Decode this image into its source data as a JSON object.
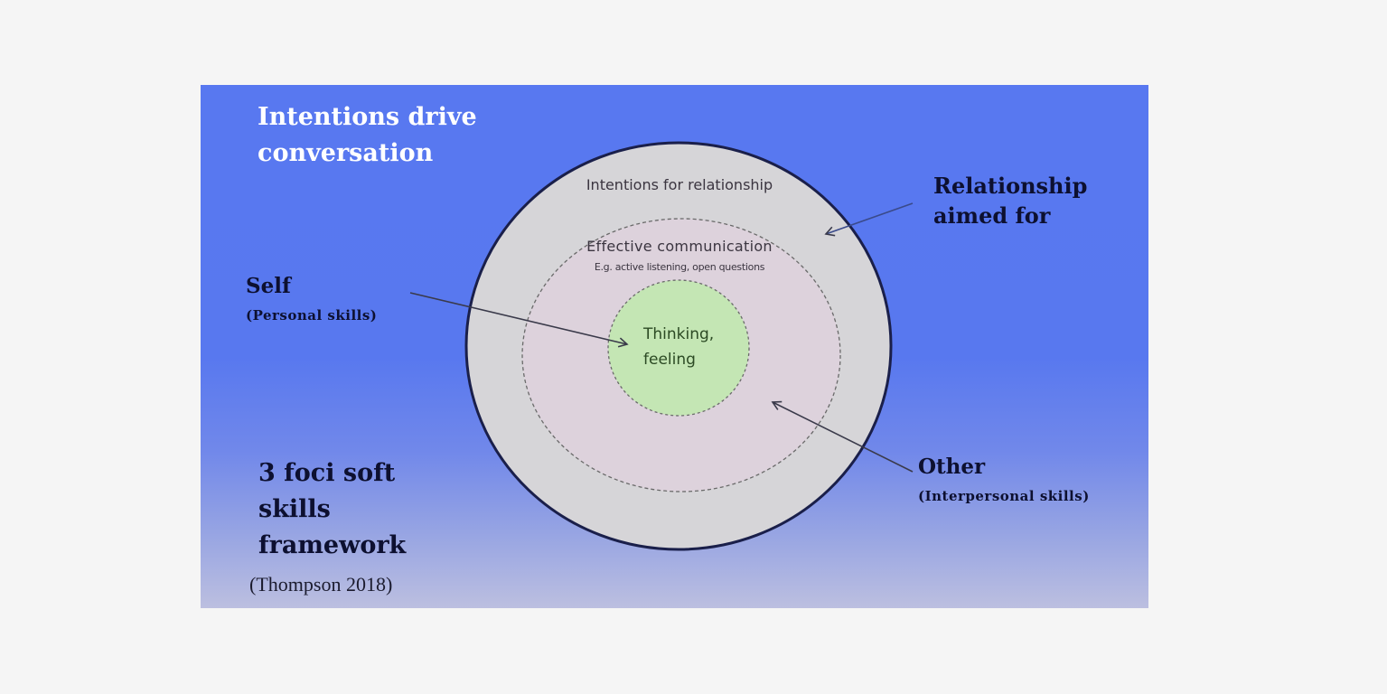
{
  "diagram": {
    "title_lines": [
      "Intentions drive",
      "conversation"
    ],
    "framework_lines": [
      "3 foci soft",
      "skills",
      "framework"
    ],
    "citation": "(Thompson 2018)",
    "rings": {
      "outer": {
        "label": "Intentions for relationship",
        "fill": "#d6d5d8",
        "stroke": "#1a1f4a"
      },
      "middle": {
        "label": "Effective communication",
        "sublabel": "E.g. active listening, open questions",
        "fill": "#ddd2dc",
        "stroke": "#6a6a6a"
      },
      "core": {
        "label_lines": [
          "Thinking,",
          "feeling"
        ],
        "fill": "#c4e6b4",
        "stroke": "#6a6a6a"
      }
    },
    "callouts": {
      "relationship": {
        "lines": [
          "Relationship",
          "aimed for"
        ],
        "points_to": "outer ring"
      },
      "self": {
        "label": "Self",
        "sublabel": "(Personal skills)",
        "points_to": "core"
      },
      "other": {
        "label": "Other",
        "sublabel": "(Interpersonal skills)",
        "points_to": "middle ring"
      }
    },
    "colors": {
      "background_top": "#5878f0",
      "background_bottom": "#bcbfe0",
      "page": "#f5f5f5"
    }
  }
}
